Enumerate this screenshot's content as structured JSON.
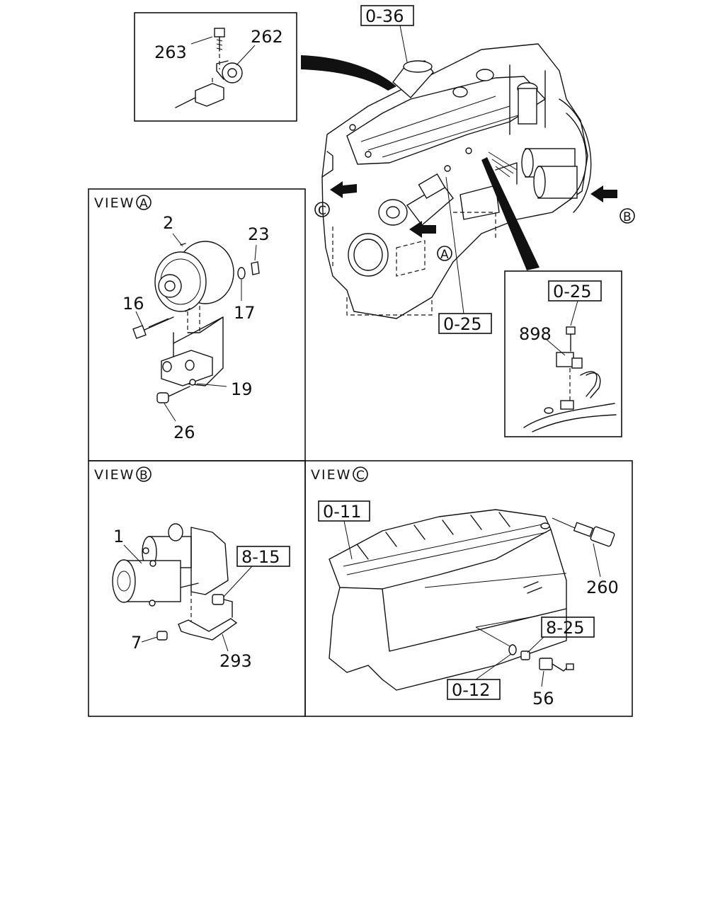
{
  "refs": {
    "r0_36": "0-36",
    "r0_25_main": "0-25",
    "r0_25_detail": "0-25",
    "r8_15": "8-15",
    "r0_11": "0-11",
    "r8_25": "8-25",
    "r0_12": "0-12"
  },
  "parts": {
    "p263": "263",
    "p262": "262",
    "p2": "2",
    "p23": "23",
    "p16": "16",
    "p17": "17",
    "p19": "19",
    "p26": "26",
    "p898": "898",
    "p1": "1",
    "p7": "7",
    "p293": "293",
    "p260": "260",
    "p56": "56"
  },
  "views": {
    "a_label": "VIEW",
    "b_label": "VIEW",
    "c_label": "VIEW",
    "a_letter": "A",
    "b_letter": "B",
    "c_letter": "C"
  },
  "callouts": {
    "A": "A",
    "B": "B",
    "C": "C"
  }
}
